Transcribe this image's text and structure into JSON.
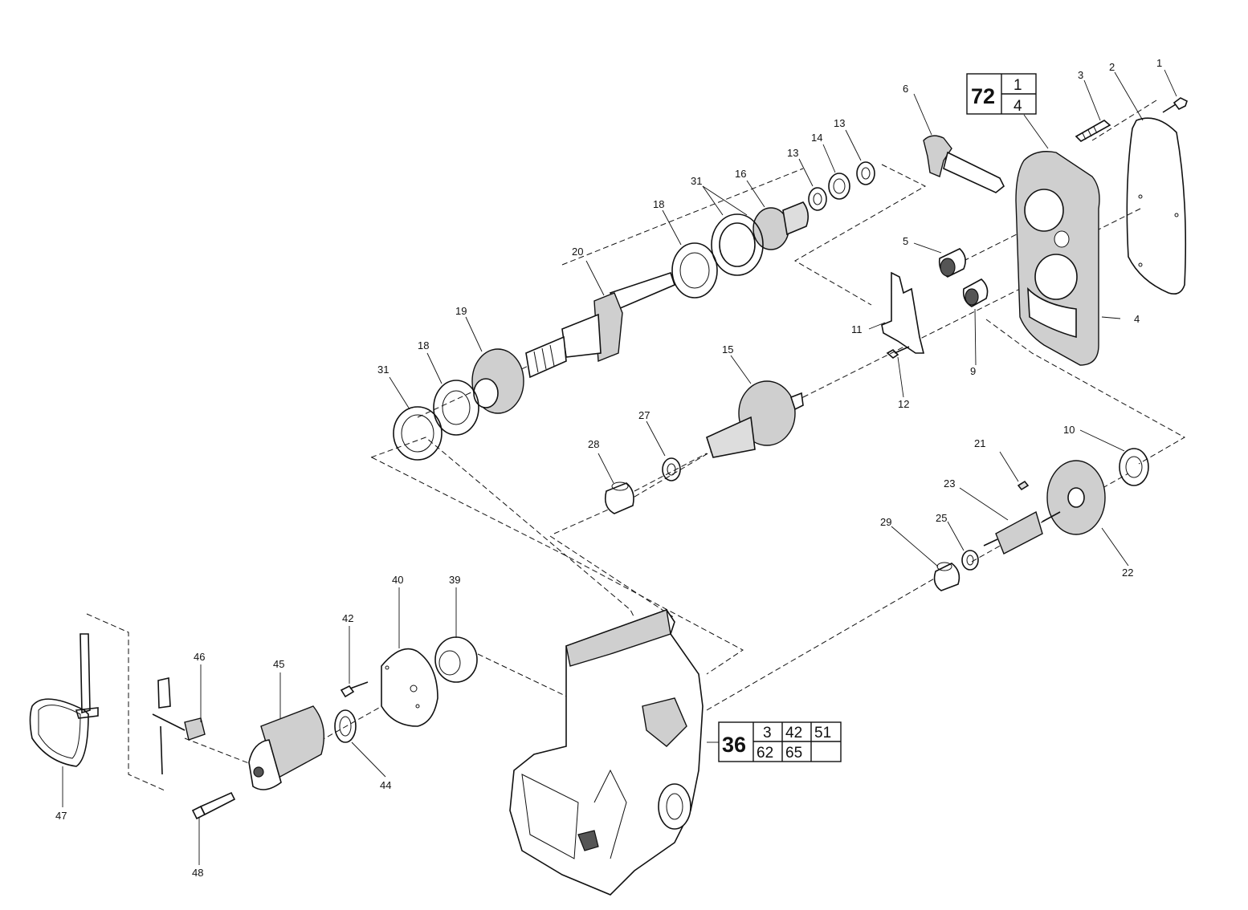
{
  "diagram": {
    "part_labels": [
      {
        "id": "p1",
        "text": "1"
      },
      {
        "id": "p2",
        "text": "2"
      },
      {
        "id": "p3",
        "text": "3"
      },
      {
        "id": "p4",
        "text": "4"
      },
      {
        "id": "p5",
        "text": "5"
      },
      {
        "id": "p6",
        "text": "6"
      },
      {
        "id": "p9",
        "text": "9"
      },
      {
        "id": "p10",
        "text": "10"
      },
      {
        "id": "p11",
        "text": "11"
      },
      {
        "id": "p12",
        "text": "12"
      },
      {
        "id": "p13a",
        "text": "13"
      },
      {
        "id": "p13b",
        "text": "13"
      },
      {
        "id": "p14",
        "text": "14"
      },
      {
        "id": "p15",
        "text": "15"
      },
      {
        "id": "p16",
        "text": "16"
      },
      {
        "id": "p18a",
        "text": "18"
      },
      {
        "id": "p18b",
        "text": "18"
      },
      {
        "id": "p19",
        "text": "19"
      },
      {
        "id": "p20",
        "text": "20"
      },
      {
        "id": "p21",
        "text": "21"
      },
      {
        "id": "p22",
        "text": "22"
      },
      {
        "id": "p23",
        "text": "23"
      },
      {
        "id": "p25",
        "text": "25"
      },
      {
        "id": "p27",
        "text": "27"
      },
      {
        "id": "p28",
        "text": "28"
      },
      {
        "id": "p29",
        "text": "29"
      },
      {
        "id": "p31a",
        "text": "31"
      },
      {
        "id": "p31b",
        "text": "31"
      },
      {
        "id": "p39",
        "text": "39"
      },
      {
        "id": "p40",
        "text": "40"
      },
      {
        "id": "p42",
        "text": "42"
      },
      {
        "id": "p44",
        "text": "44"
      },
      {
        "id": "p45",
        "text": "45"
      },
      {
        "id": "p46",
        "text": "46"
      },
      {
        "id": "p47",
        "text": "47"
      },
      {
        "id": "p48",
        "text": "48"
      }
    ],
    "reference_box_72": {
      "main": "72",
      "cells": [
        "1",
        "4"
      ]
    },
    "reference_box_36": {
      "main": "36",
      "cells": [
        "3",
        "42",
        "51",
        "62",
        "65",
        ""
      ]
    }
  }
}
